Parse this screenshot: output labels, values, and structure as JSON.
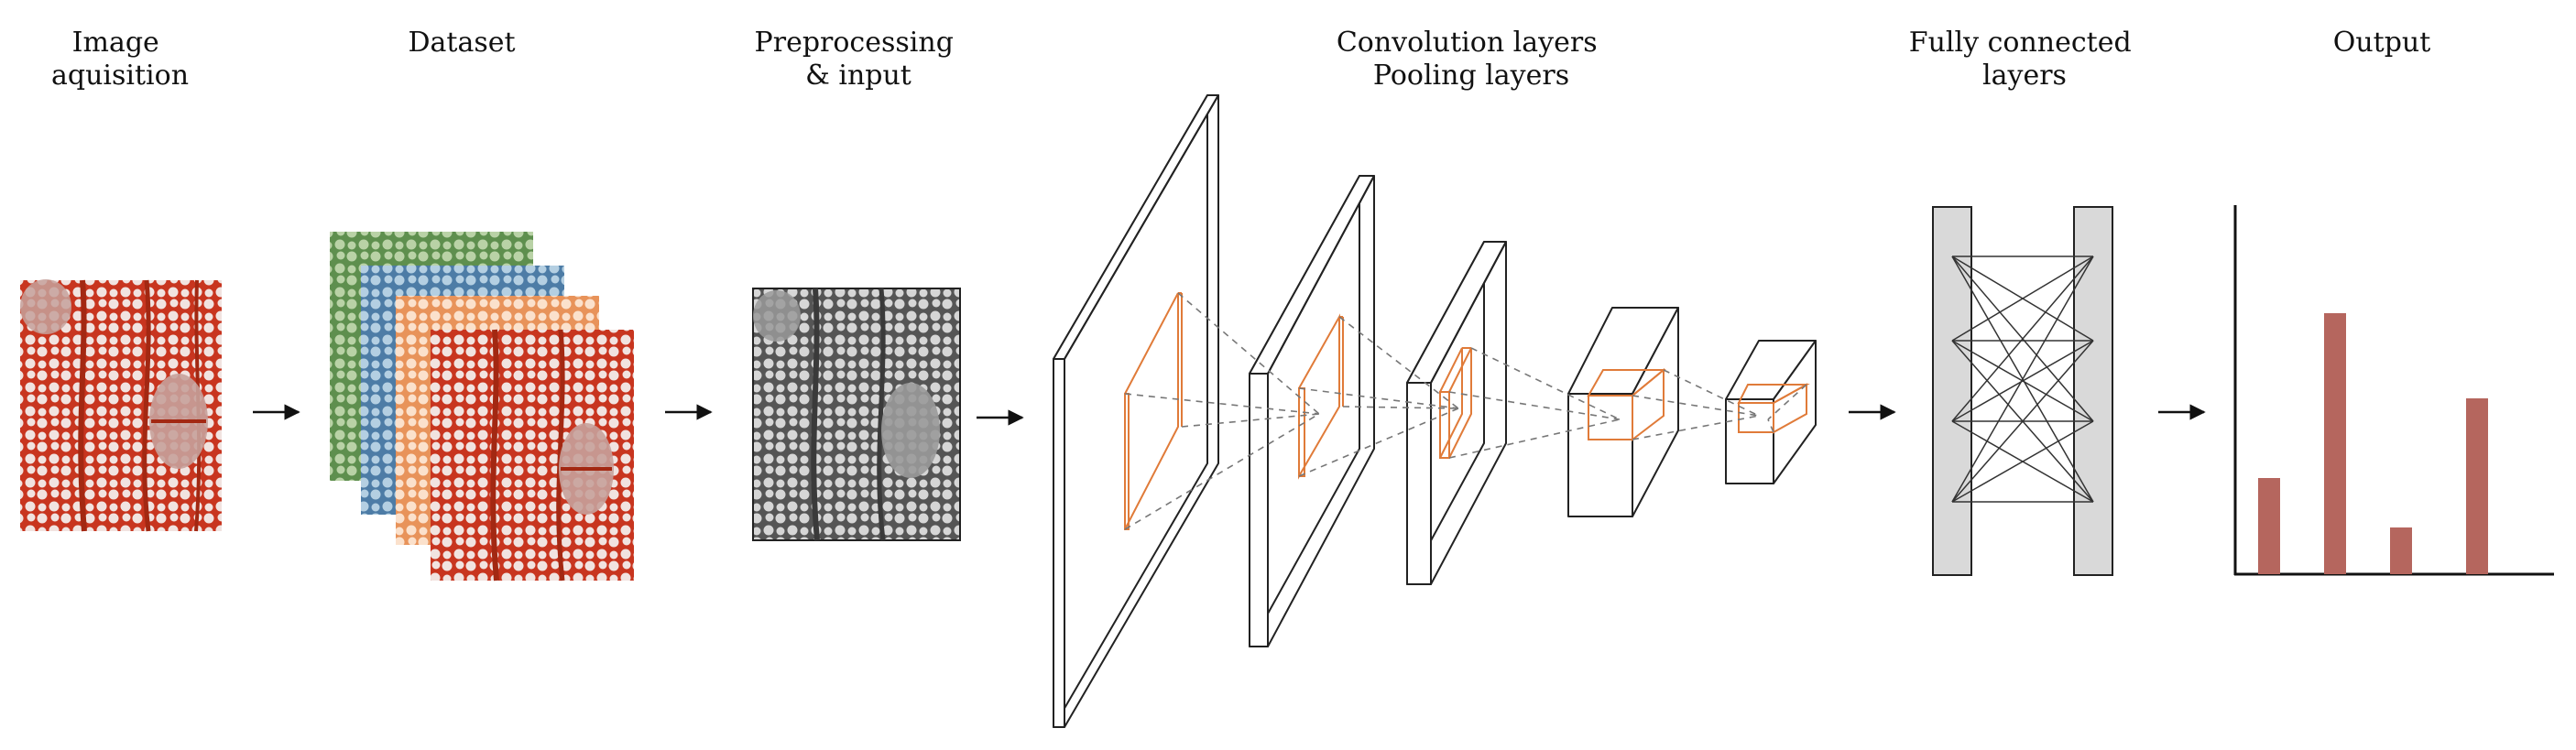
{
  "stages": [
    {
      "label_lines": [
        "Image",
        "aquisition"
      ]
    },
    {
      "label_lines": [
        "Dataset"
      ]
    },
    {
      "label_lines": [
        "Preprocessing",
        "& input"
      ]
    },
    {
      "label_lines": [
        "Convolution layers",
        "Pooling layers"
      ]
    },
    {
      "label_lines": [
        "Fully connected",
        "layers"
      ]
    },
    {
      "label_lines": [
        "Output"
      ]
    }
  ],
  "colors": {
    "ink": "#111111",
    "feature_window": "#e07b39",
    "fc_column_fill": "#d9d9d9",
    "output_bar": "#b5665e",
    "dataset_green": "#5e8f4e",
    "dataset_blue": "#4d7ca6",
    "dataset_orange": "#e8935a",
    "micrograph_red": "#c8351f",
    "grayscale_fill": "#6a6a6a"
  },
  "output_bars": [
    0.35,
    0.95,
    0.17,
    0.64
  ]
}
